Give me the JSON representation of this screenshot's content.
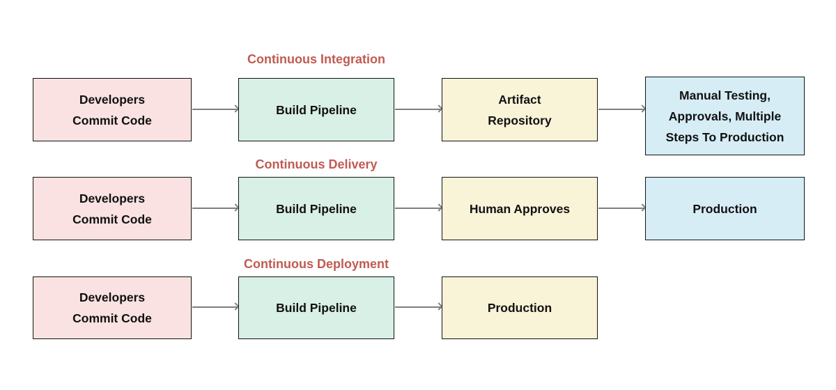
{
  "diagram": {
    "background_color": "#ffffff",
    "arrow_color": "#7e7e7e",
    "box_border_color": "#111111",
    "box_text_color": "#111111",
    "heading_color": "#c05b52",
    "rows": [
      {
        "title": "Continuous Integration",
        "boxes": [
          {
            "name": "developers-commit-code",
            "lines": [
              "Developers",
              "Commit Code"
            ],
            "color": "#f9e2e1"
          },
          {
            "name": "build-pipeline",
            "lines": [
              "Build Pipeline"
            ],
            "color": "#d8f0e6"
          },
          {
            "name": "artifact-repository",
            "lines": [
              "Artifact",
              "Repository"
            ],
            "color": "#f9f3d8"
          },
          {
            "name": "manual-testing-approvals",
            "lines": [
              "Manual Testing,",
              "Approvals, Multiple",
              "Steps To Production"
            ],
            "color": "#d6edf6"
          }
        ]
      },
      {
        "title": "Continuous Delivery",
        "boxes": [
          {
            "name": "developers-commit-code",
            "lines": [
              "Developers",
              "Commit Code"
            ],
            "color": "#f9e2e1"
          },
          {
            "name": "build-pipeline",
            "lines": [
              "Build Pipeline"
            ],
            "color": "#d8f0e6"
          },
          {
            "name": "human-approves",
            "lines": [
              "Human Approves"
            ],
            "color": "#f9f3d8"
          },
          {
            "name": "production",
            "lines": [
              "Production"
            ],
            "color": "#d6edf6"
          }
        ]
      },
      {
        "title": "Continuous Deployment",
        "boxes": [
          {
            "name": "developers-commit-code",
            "lines": [
              "Developers",
              "Commit Code"
            ],
            "color": "#f9e2e1"
          },
          {
            "name": "build-pipeline",
            "lines": [
              "Build Pipeline"
            ],
            "color": "#d8f0e6"
          },
          {
            "name": "production",
            "lines": [
              "Production"
            ],
            "color": "#f9f3d8"
          }
        ]
      }
    ]
  }
}
